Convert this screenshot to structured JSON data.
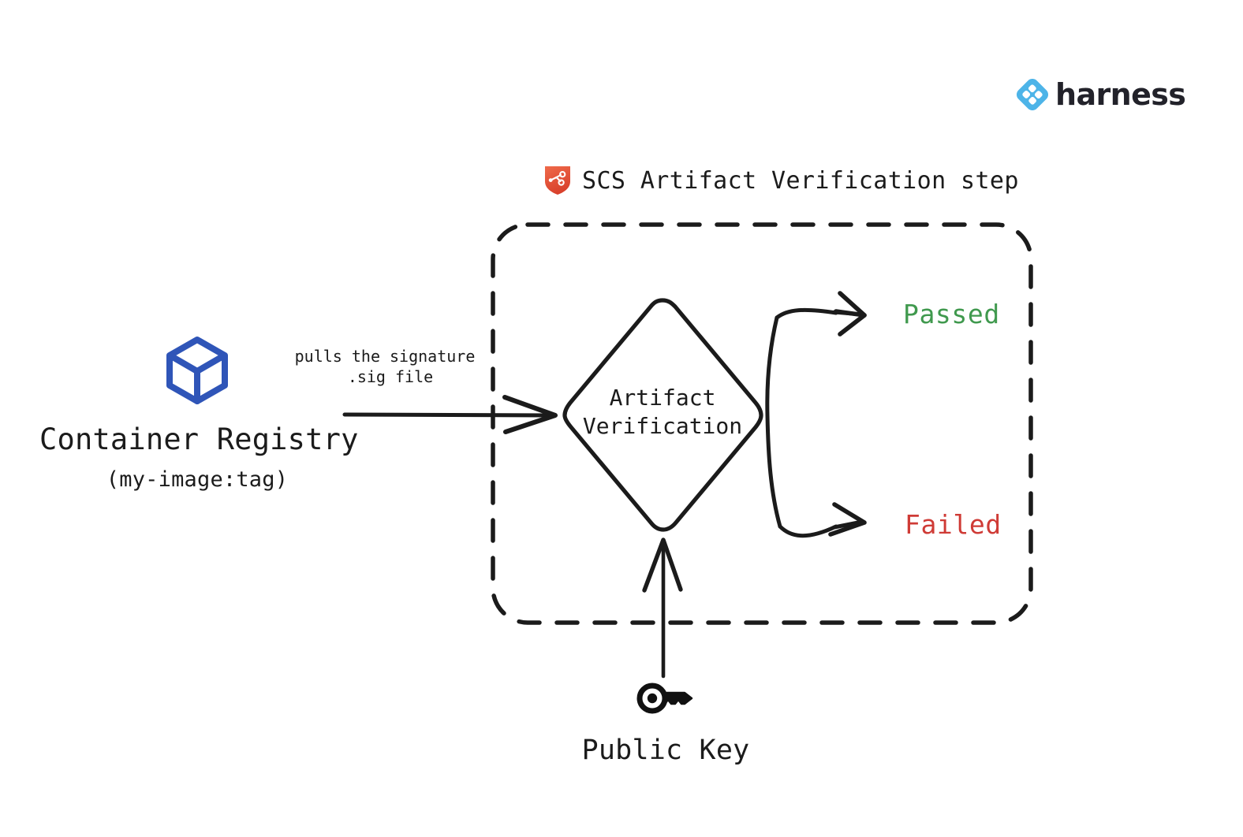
{
  "brand": {
    "name": "harness",
    "logo_icon": "harness-diamond-logo-icon",
    "logo_color": "#4db4e8",
    "wordmark_color": "#22222a"
  },
  "step": {
    "icon": "scs-shield-icon",
    "icon_color": "#e0523c",
    "title": "SCS Artifact Verification step",
    "boundary_style": "dashed"
  },
  "registry": {
    "icon": "container-cube-icon",
    "icon_color": "#2f55b8",
    "title": "Container Registry",
    "subtitle": "(my-image:tag)"
  },
  "edges": {
    "pull_label_line1": "pulls the signature",
    "pull_label_line2": ".sig file",
    "registry_to_verification": "arrow-right",
    "key_to_verification": "arrow-up",
    "verification_to_passed": "arrow-curve-up-right",
    "verification_to_failed": "arrow-curve-down-right"
  },
  "decision": {
    "shape": "diamond",
    "label_line1": "Artifact",
    "label_line2": "Verification"
  },
  "outcomes": [
    {
      "label": "Passed",
      "color": "#40994e",
      "name": "outcome-passed"
    },
    {
      "label": "Failed",
      "color": "#cf3b36",
      "name": "outcome-failed"
    }
  ],
  "key": {
    "icon": "public-key-icon",
    "icon_color": "#111111",
    "title": "Public Key"
  },
  "stroke": {
    "ink": "#1b1b1b",
    "width": 5
  }
}
